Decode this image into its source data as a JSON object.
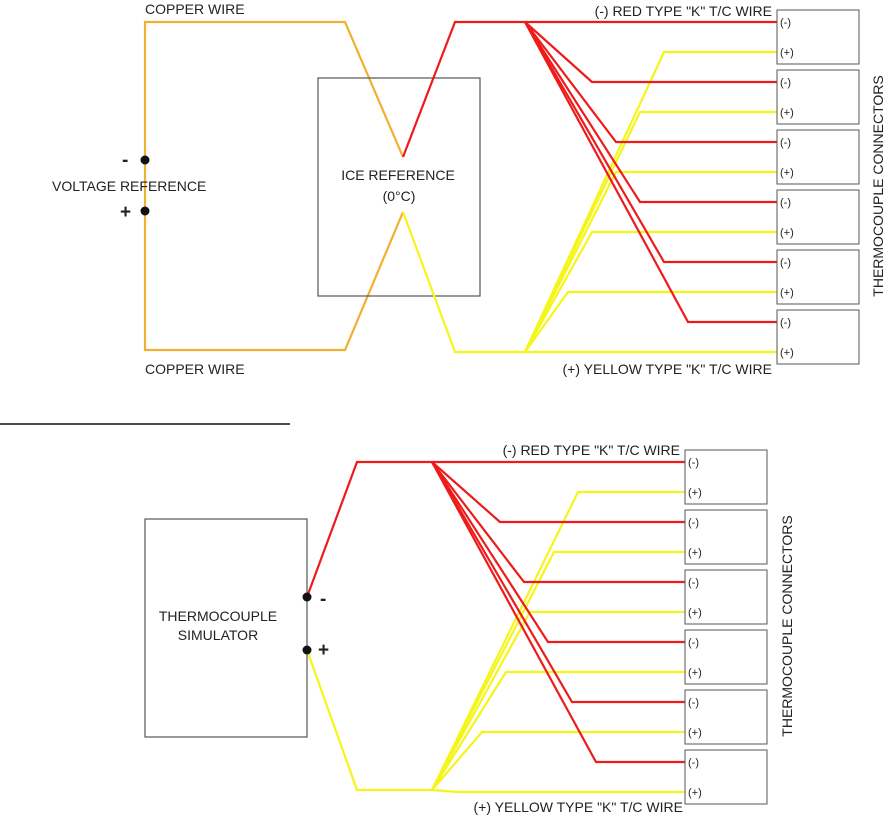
{
  "colors": {
    "copper": "#F0B030",
    "red": "#EE1B1B",
    "yellow": "#F5F51A",
    "box_stroke": "#555555",
    "text": "#222222",
    "background": "#FFFFFF"
  },
  "top_diagram": {
    "copper_wire_top": "COPPER WIRE",
    "copper_wire_bottom": "COPPER WIRE",
    "voltage_reference": {
      "label": "VOLTAGE REFERENCE",
      "neg": "-",
      "pos": "+"
    },
    "ice_reference": {
      "line1": "ICE REFERENCE",
      "line2": "(0°C)"
    },
    "red_wire_label": "(-) RED TYPE \"K\" T/C WIRE",
    "yellow_wire_label": "(+) YELLOW TYPE \"K\" T/C WIRE",
    "connectors_title": "THERMOCOUPLE CONNECTORS",
    "connector_count": 6,
    "neg_terminal": "(-)",
    "pos_terminal": "(+)"
  },
  "bottom_diagram": {
    "simulator": {
      "line1": "THERMOCOUPLE",
      "line2": "SIMULATOR",
      "neg": "-",
      "pos": "+"
    },
    "red_wire_label": "(-) RED TYPE \"K\" T/C WIRE",
    "yellow_wire_label": "(+) YELLOW TYPE \"K\" T/C WIRE",
    "connectors_title": "THERMOCOUPLE CONNECTORS",
    "connector_count": 6,
    "neg_terminal": "(-)",
    "pos_terminal": "(+)"
  }
}
